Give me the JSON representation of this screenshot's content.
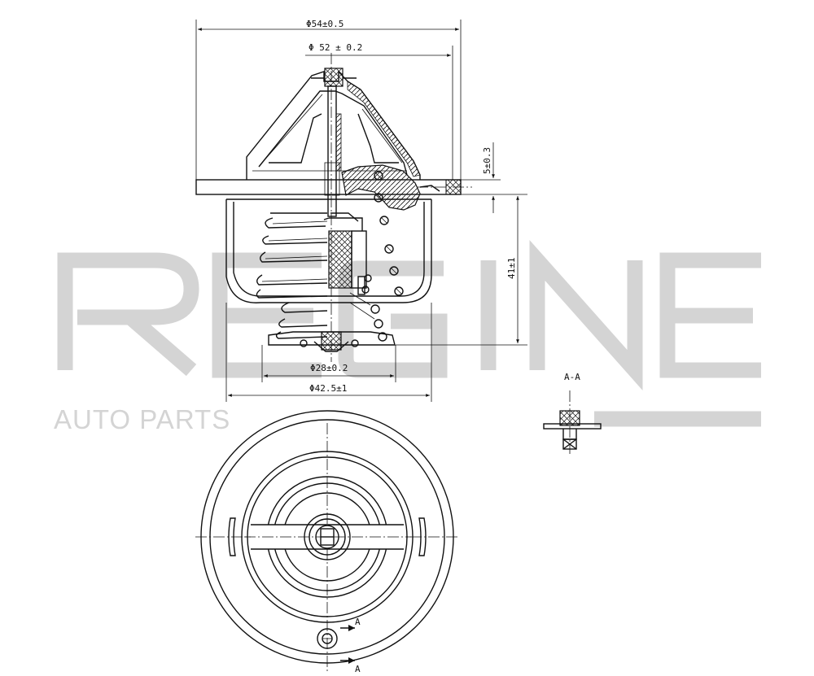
{
  "watermark": {
    "brand": "REGINE",
    "subtitle": "AUTO PARTS",
    "color": "#d4d4d4"
  },
  "dimensions": {
    "outer_flange_diameter": "Φ54±0.5",
    "seat_diameter": "Φ 52 ± 0.2",
    "flange_thickness": "5±0.3",
    "overall_height": "41±1",
    "valve_diameter": "Φ28±0.2",
    "body_diameter": "Φ42.5±1"
  },
  "section": {
    "title": "A-A",
    "marker_top": "A",
    "marker_bottom": "A"
  },
  "colors": {
    "line": "#111111",
    "background": "#ffffff"
  }
}
